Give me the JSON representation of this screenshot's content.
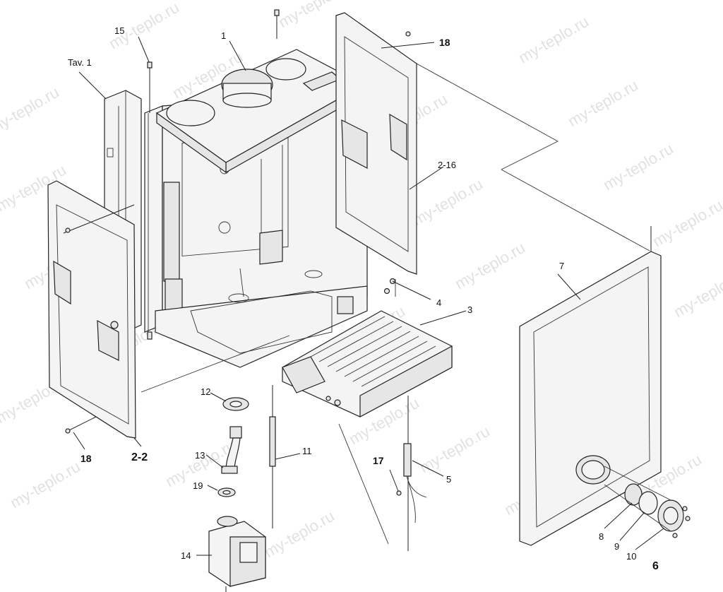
{
  "watermark": "my-teplo.ru",
  "labels": {
    "tav1": "Tav. 1",
    "n1": "1",
    "n15": "15",
    "n18a": "18",
    "n2_16": "2-16",
    "n4": "4",
    "n3": "3",
    "n7": "7",
    "n12": "12",
    "n13": "13",
    "n11": "11",
    "n19": "19",
    "n14": "14",
    "n17": "17",
    "n5": "5",
    "n18b": "18",
    "n2_2": "2-2",
    "n8": "8",
    "n9": "9",
    "n10": "10",
    "n6": "6"
  }
}
